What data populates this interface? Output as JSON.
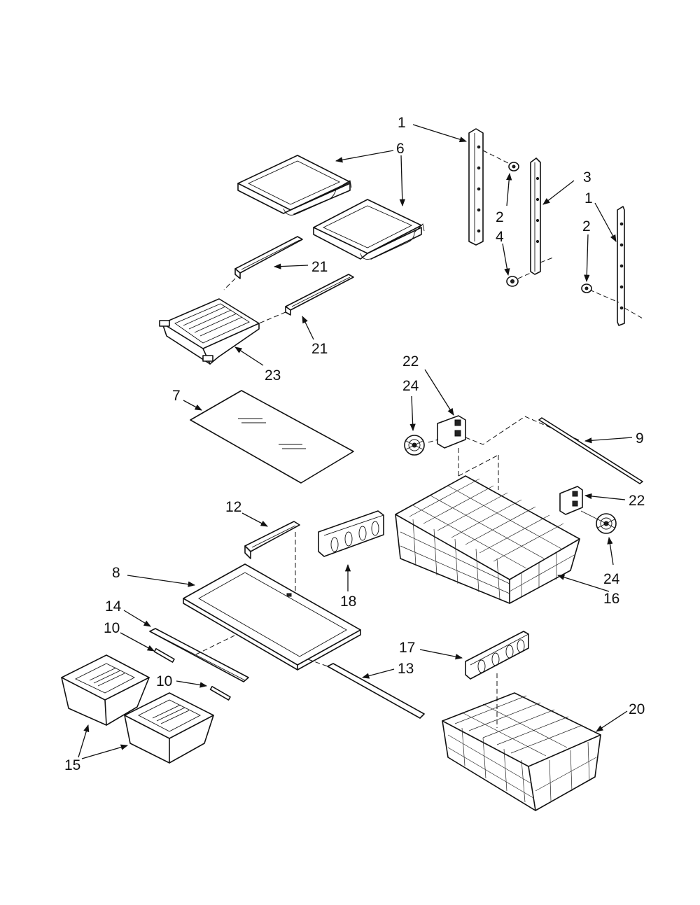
{
  "diagram": {
    "callouts": {
      "c1a": "1",
      "c1b": "1",
      "c2a": "2",
      "c2b": "2",
      "c3": "3",
      "c4": "4",
      "c6a": "6",
      "c6b": "6",
      "c7": "7",
      "c8": "8",
      "c9": "9",
      "c10a": "10",
      "c10b": "10",
      "c12": "12",
      "c13": "13",
      "c14": "14",
      "c15": "15",
      "c16": "16",
      "c17": "17",
      "c18": "18",
      "c20": "20",
      "c21a": "21",
      "c21b": "21",
      "c22a": "22",
      "c22b": "22",
      "c23": "23",
      "c24a": "24",
      "c24b": "24"
    }
  }
}
